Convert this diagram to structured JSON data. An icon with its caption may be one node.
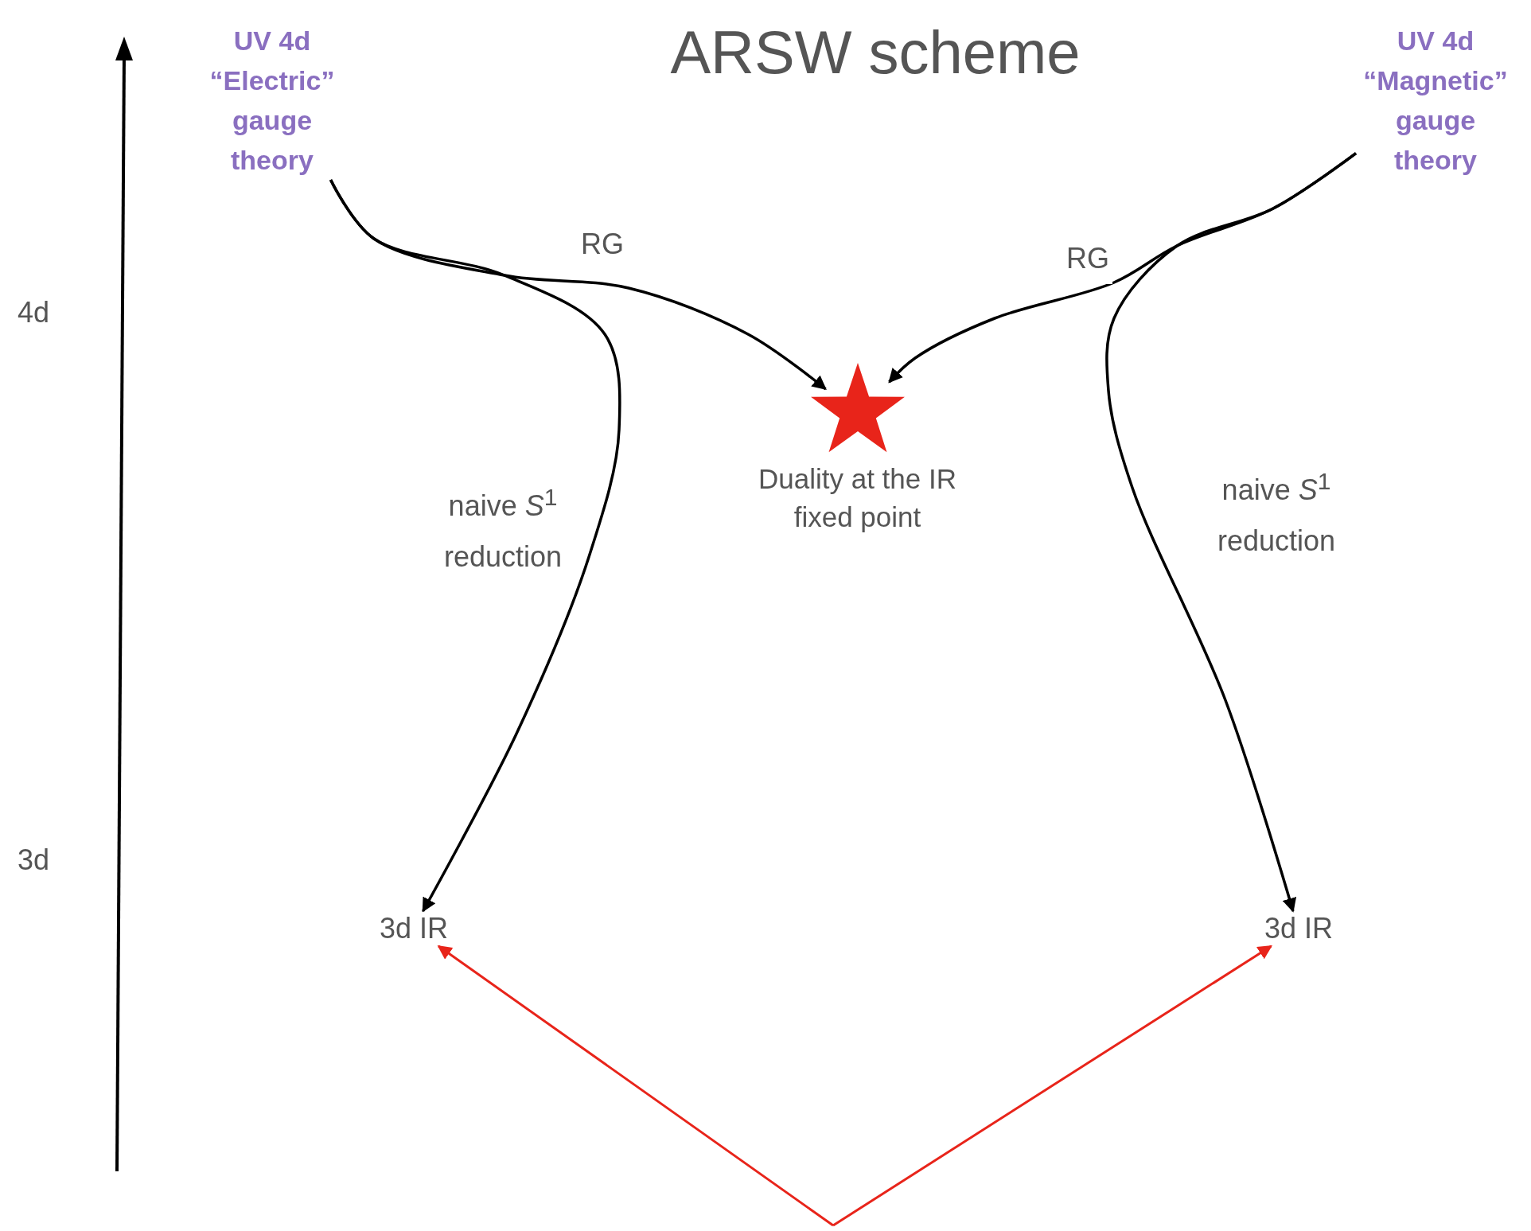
{
  "diagram": {
    "title": "ARSW scheme",
    "nodes": [
      {
        "text": [
          "UV 4d “Electric” gauge theory"
        ]
      },
      {
        "text": [
          "UV 4d “Magnetic” gauge theory"
        ]
      },
      {
        "text": [
          "Duality at the IR fixed point"
        ]
      },
      {
        "text": [
          "3d IR"
        ]
      },
      {
        "text": [
          "3d IR"
        ]
      }
    ],
    "edges": [
      {
        "from": 0,
        "to": 2,
        "arrow": "to",
        "label": "RG"
      },
      {
        "from": 0,
        "to": 3,
        "arrow": "to",
        "label": "naive *S*$^{1}$ reduction"
      },
      {
        "from": 1,
        "to": 2,
        "arrow": "to",
        "label": "RG"
      },
      {
        "from": 1,
        "to": 4,
        "arrow": "to",
        "label": "naive *S*$^{1}$ reduction"
      },
      {
        "from": null,
        "to": 3,
        "arrow": "to",
        "color": "#e8241a"
      },
      {
        "from": null,
        "to": 4,
        "arrow": "to",
        "color": "#e8241a"
      }
    ],
    "labels": [
      "4d",
      "3d"
    ]
  }
}
